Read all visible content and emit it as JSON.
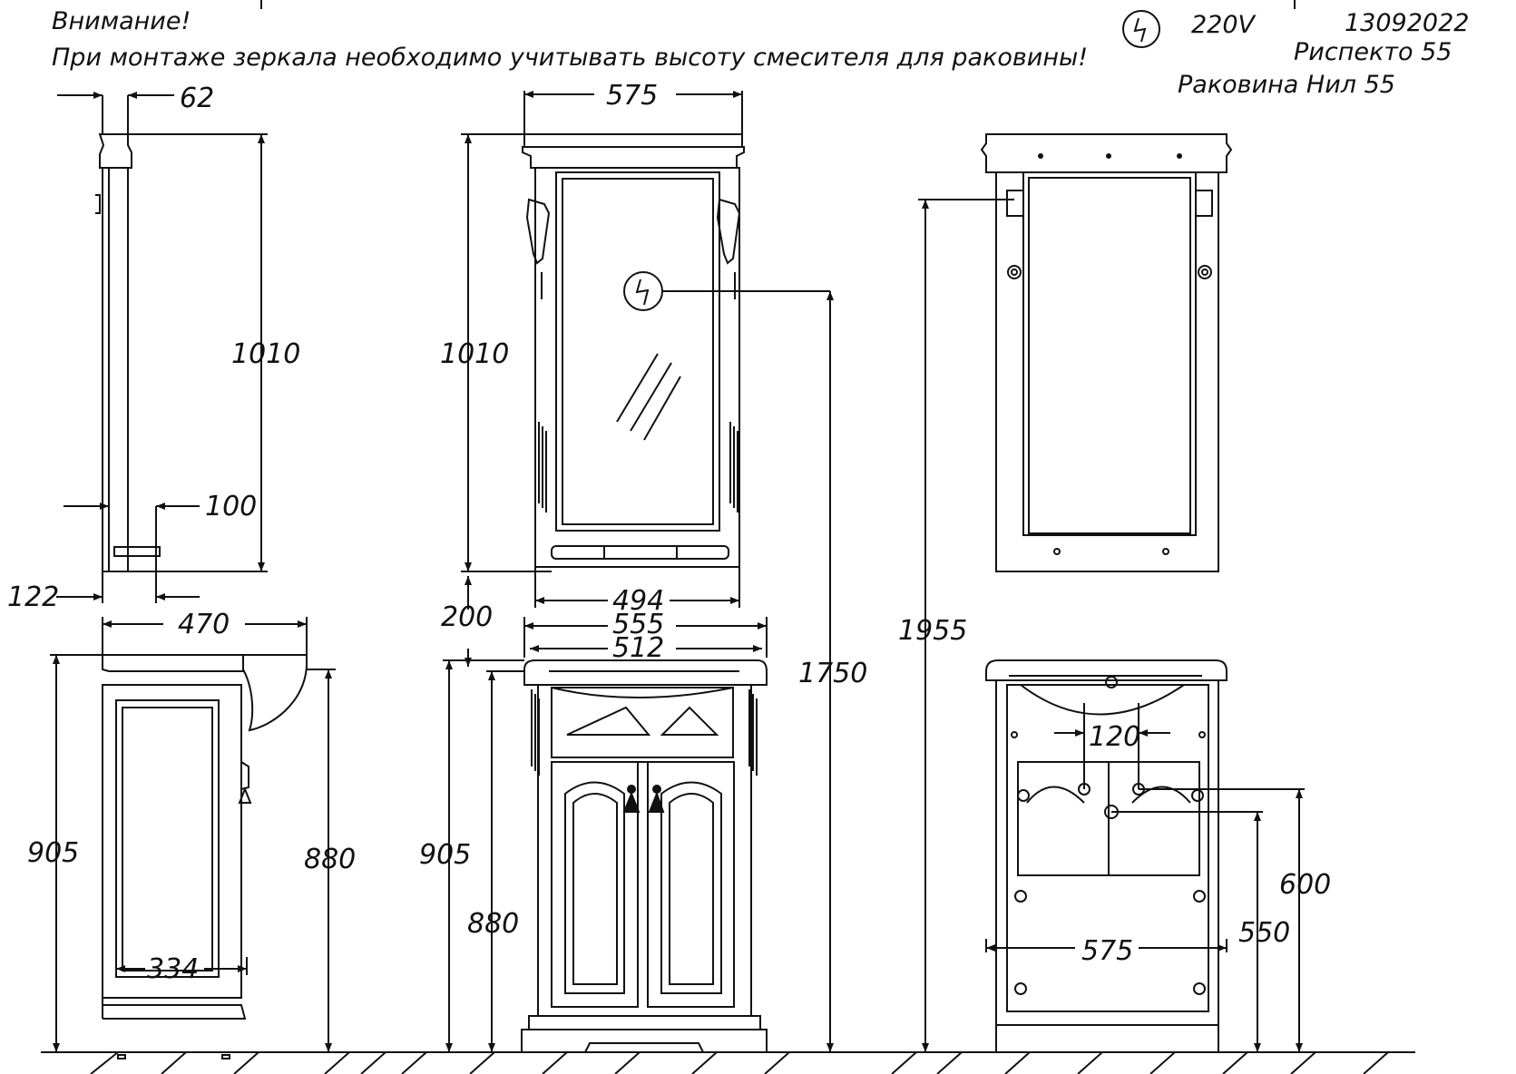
{
  "notes": {
    "attention": "Внимание!",
    "warning": "При монтаже зеркала необходимо учитывать высоту смесителя для раковины!",
    "voltage": "220V",
    "code": "13092022",
    "product_mirror": "Риспекто  55",
    "product_sink": "Раковина Нил  55"
  },
  "dimensions": {
    "d62": "62",
    "d1010a": "1010",
    "d100": "100",
    "d122": "122",
    "d470": "470",
    "d905a": "905",
    "d880a": "880",
    "d334": "334",
    "d575top": "575",
    "d1010b": "1010",
    "d494": "494",
    "d200": "200",
    "d555": "555",
    "d512": "512",
    "d905b": "905",
    "d880b": "880",
    "d1750": "1750",
    "d1955": "1955",
    "d120": "120",
    "d600": "600",
    "d550": "550",
    "d575bot": "575"
  },
  "icons": {
    "electrical": "lightning-icon"
  }
}
